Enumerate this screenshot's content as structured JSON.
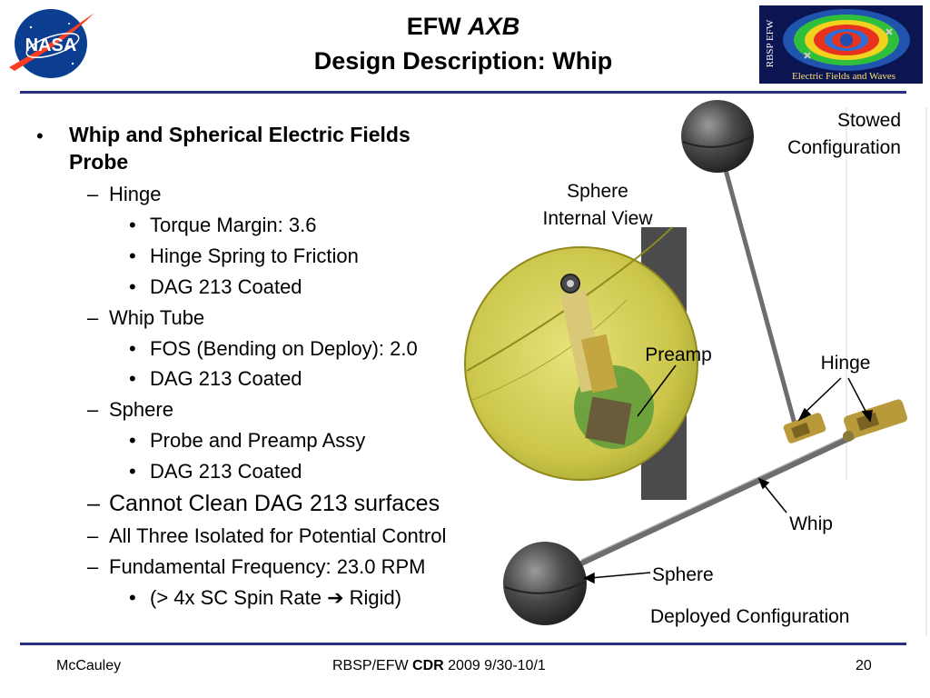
{
  "header": {
    "title_prefix": "EFW",
    "title_italic": "AXB",
    "subtitle": "Design Description: Whip"
  },
  "logos": {
    "nasa_text": "NASA",
    "rbsp_side_text": "RBSP EFW",
    "rbsp_caption": "Electric Fields and Waves"
  },
  "bullets": {
    "main": {
      "marker": "•",
      "text_line1": "Whip and Spherical Electric Fields",
      "text_line2": "Probe"
    },
    "hinge": {
      "marker": "–",
      "text": "Hinge"
    },
    "hinge_items": [
      {
        "marker": "•",
        "text": "Torque Margin: 3.6"
      },
      {
        "marker": "•",
        "text": "Hinge Spring to Friction"
      },
      {
        "marker": "•",
        "text": "DAG 213 Coated"
      }
    ],
    "whip_tube": {
      "marker": "–",
      "text": "Whip Tube"
    },
    "whip_items": [
      {
        "marker": "•",
        "text": "FOS (Bending on Deploy): 2.0"
      },
      {
        "marker": "•",
        "text": "DAG 213 Coated"
      }
    ],
    "sphere": {
      "marker": "–",
      "text": "Sphere"
    },
    "sphere_items": [
      {
        "marker": "•",
        "text": "Probe and Preamp Assy"
      },
      {
        "marker": "•",
        "text": "DAG 213 Coated"
      }
    ],
    "cannot_clean": {
      "marker": "–",
      "text": "Cannot Clean DAG 213 surfaces"
    },
    "isolated": {
      "marker": "–",
      "text": "All Three Isolated for Potential Control"
    },
    "frequency": {
      "marker": "–",
      "text": "Fundamental Frequency: 23.0 RPM"
    },
    "spin_rate": {
      "marker": "•",
      "text_before": "(> 4x SC Spin Rate",
      "arrow": "➔",
      "text_after": "Rigid)"
    }
  },
  "diagram": {
    "stowed_line1": "Stowed",
    "stowed_line2": "Configuration",
    "sphere_internal_line1": "Sphere",
    "sphere_internal_line2": "Internal View",
    "preamp": "Preamp",
    "hinge": "Hinge",
    "whip": "Whip",
    "sphere": "Sphere",
    "deployed": "Deployed Configuration"
  },
  "footer": {
    "author": "McCauley",
    "center_before": "RBSP/EFW",
    "center_bold": "CDR",
    "center_after": "2009 9/30-10/1",
    "page_number": "20"
  },
  "colors": {
    "rule": "#2a2f86",
    "sphere_shell": "#c9c540",
    "sphere_dark": "#3c3c3c",
    "nasa_blue": "#0b3d91",
    "nasa_red": "#fc3d21"
  }
}
